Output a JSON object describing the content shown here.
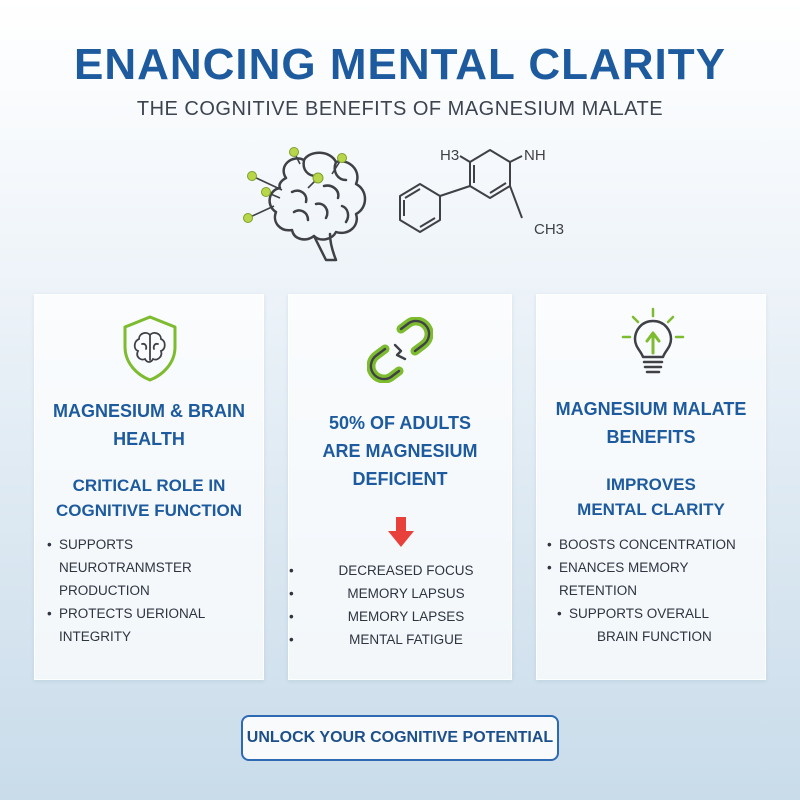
{
  "header": {
    "title": "ENANCING MENTAL CLARITY",
    "subtitle": "THE COGNITIVE BENEFITS OF MAGNESIUM MALATE"
  },
  "molecule": {
    "label_h3": "H3",
    "label_nh": "NH",
    "label_ch3": "CH3"
  },
  "cards": [
    {
      "icon": "brain-shield-icon",
      "heading": "MAGNESIUM & BRAIN HEALTH",
      "subheading": "CRITICAL ROLE IN COGNITIVE FUNCTION",
      "bullets": [
        "SUPPORTS NEUROTRANMSTER PRODUCTION",
        "PROTECTS UERIONAL INTEGRITY"
      ]
    },
    {
      "icon": "broken-link-icon",
      "heading": "50% OF ADULTS ARE MAGNESIUM DEFICIENT",
      "bullets": [
        "DECREASED FOCUS",
        "MEMORY LAPSUS",
        "MEMORY LAPSES",
        "MENTAL FATIGUE"
      ]
    },
    {
      "icon": "lightbulb-icon",
      "heading": "MAGNESIUM MALATE BENEFITS",
      "subheading": "IMPROVES MENTAL CLARITY",
      "bullets": [
        "BOOSTS CONCENTRATION",
        "ENANCES MEMORY RETENTION",
        "SUPPORTS OVERALL",
        "BRAIN FUNCTION"
      ]
    }
  ],
  "cta": {
    "label": "UNLOCK YOUR COGNITIVE POTENTIAL"
  },
  "colors": {
    "primary_blue": "#1d5b9e",
    "accent_green": "#7dbb2f",
    "alert_red": "#e8413b",
    "outline_gray": "#3f4146"
  }
}
